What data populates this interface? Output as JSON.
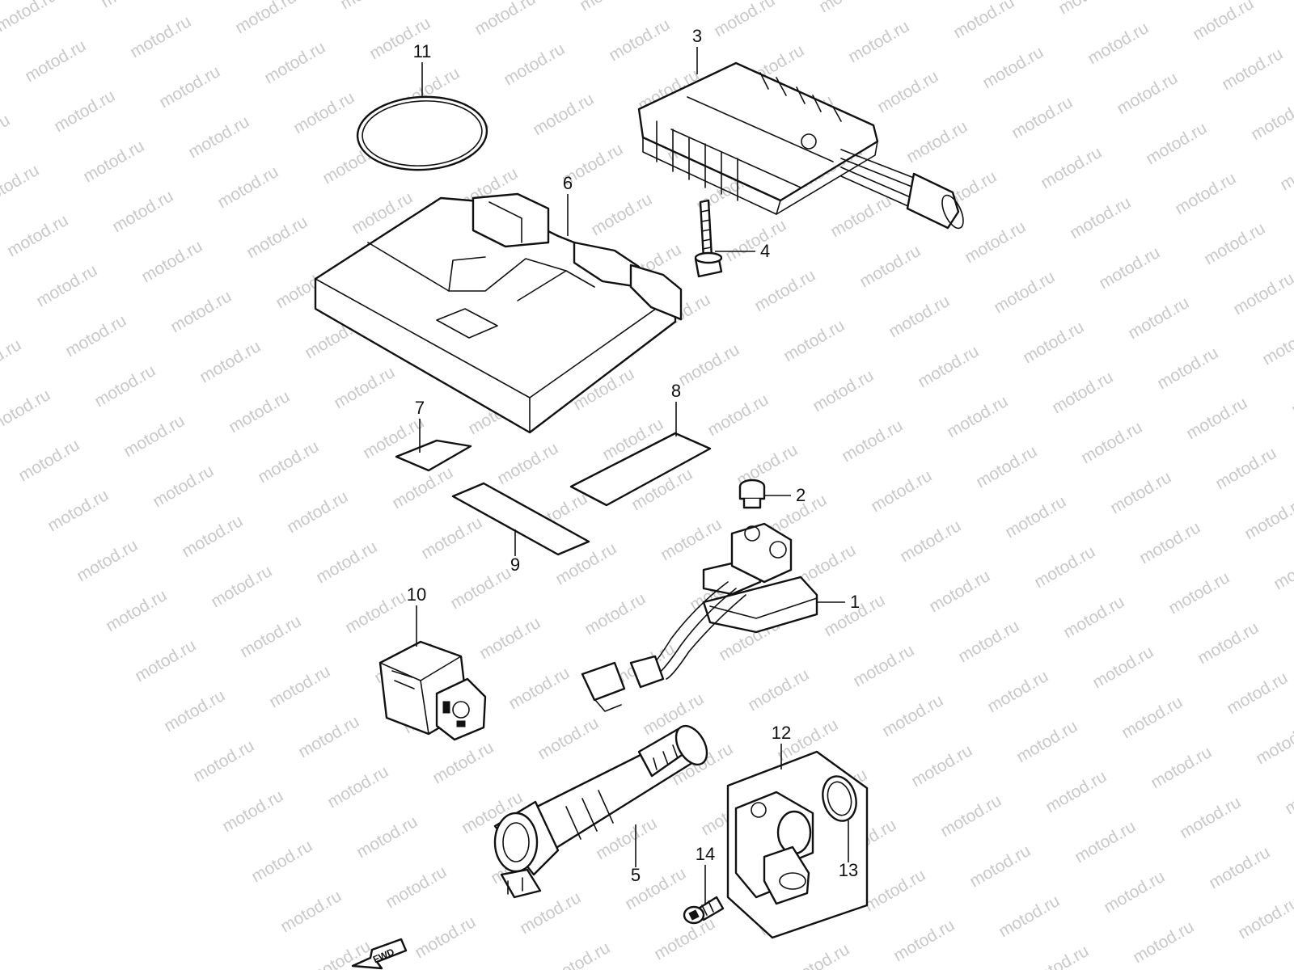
{
  "watermark": {
    "text": "motod.ru"
  },
  "callouts": [
    {
      "id": "callout-1",
      "label": "1"
    },
    {
      "id": "callout-2",
      "label": "2"
    },
    {
      "id": "callout-3",
      "label": "3"
    },
    {
      "id": "callout-4",
      "label": "4"
    },
    {
      "id": "callout-5",
      "label": "5"
    },
    {
      "id": "callout-6",
      "label": "6"
    },
    {
      "id": "callout-7",
      "label": "7"
    },
    {
      "id": "callout-8",
      "label": "8"
    },
    {
      "id": "callout-9",
      "label": "9"
    },
    {
      "id": "callout-10",
      "label": "10"
    },
    {
      "id": "callout-11",
      "label": "11"
    },
    {
      "id": "callout-12",
      "label": "12"
    },
    {
      "id": "callout-13",
      "label": "13"
    },
    {
      "id": "callout-14",
      "label": "14"
    }
  ],
  "direction_marker": {
    "label": "FWD"
  }
}
